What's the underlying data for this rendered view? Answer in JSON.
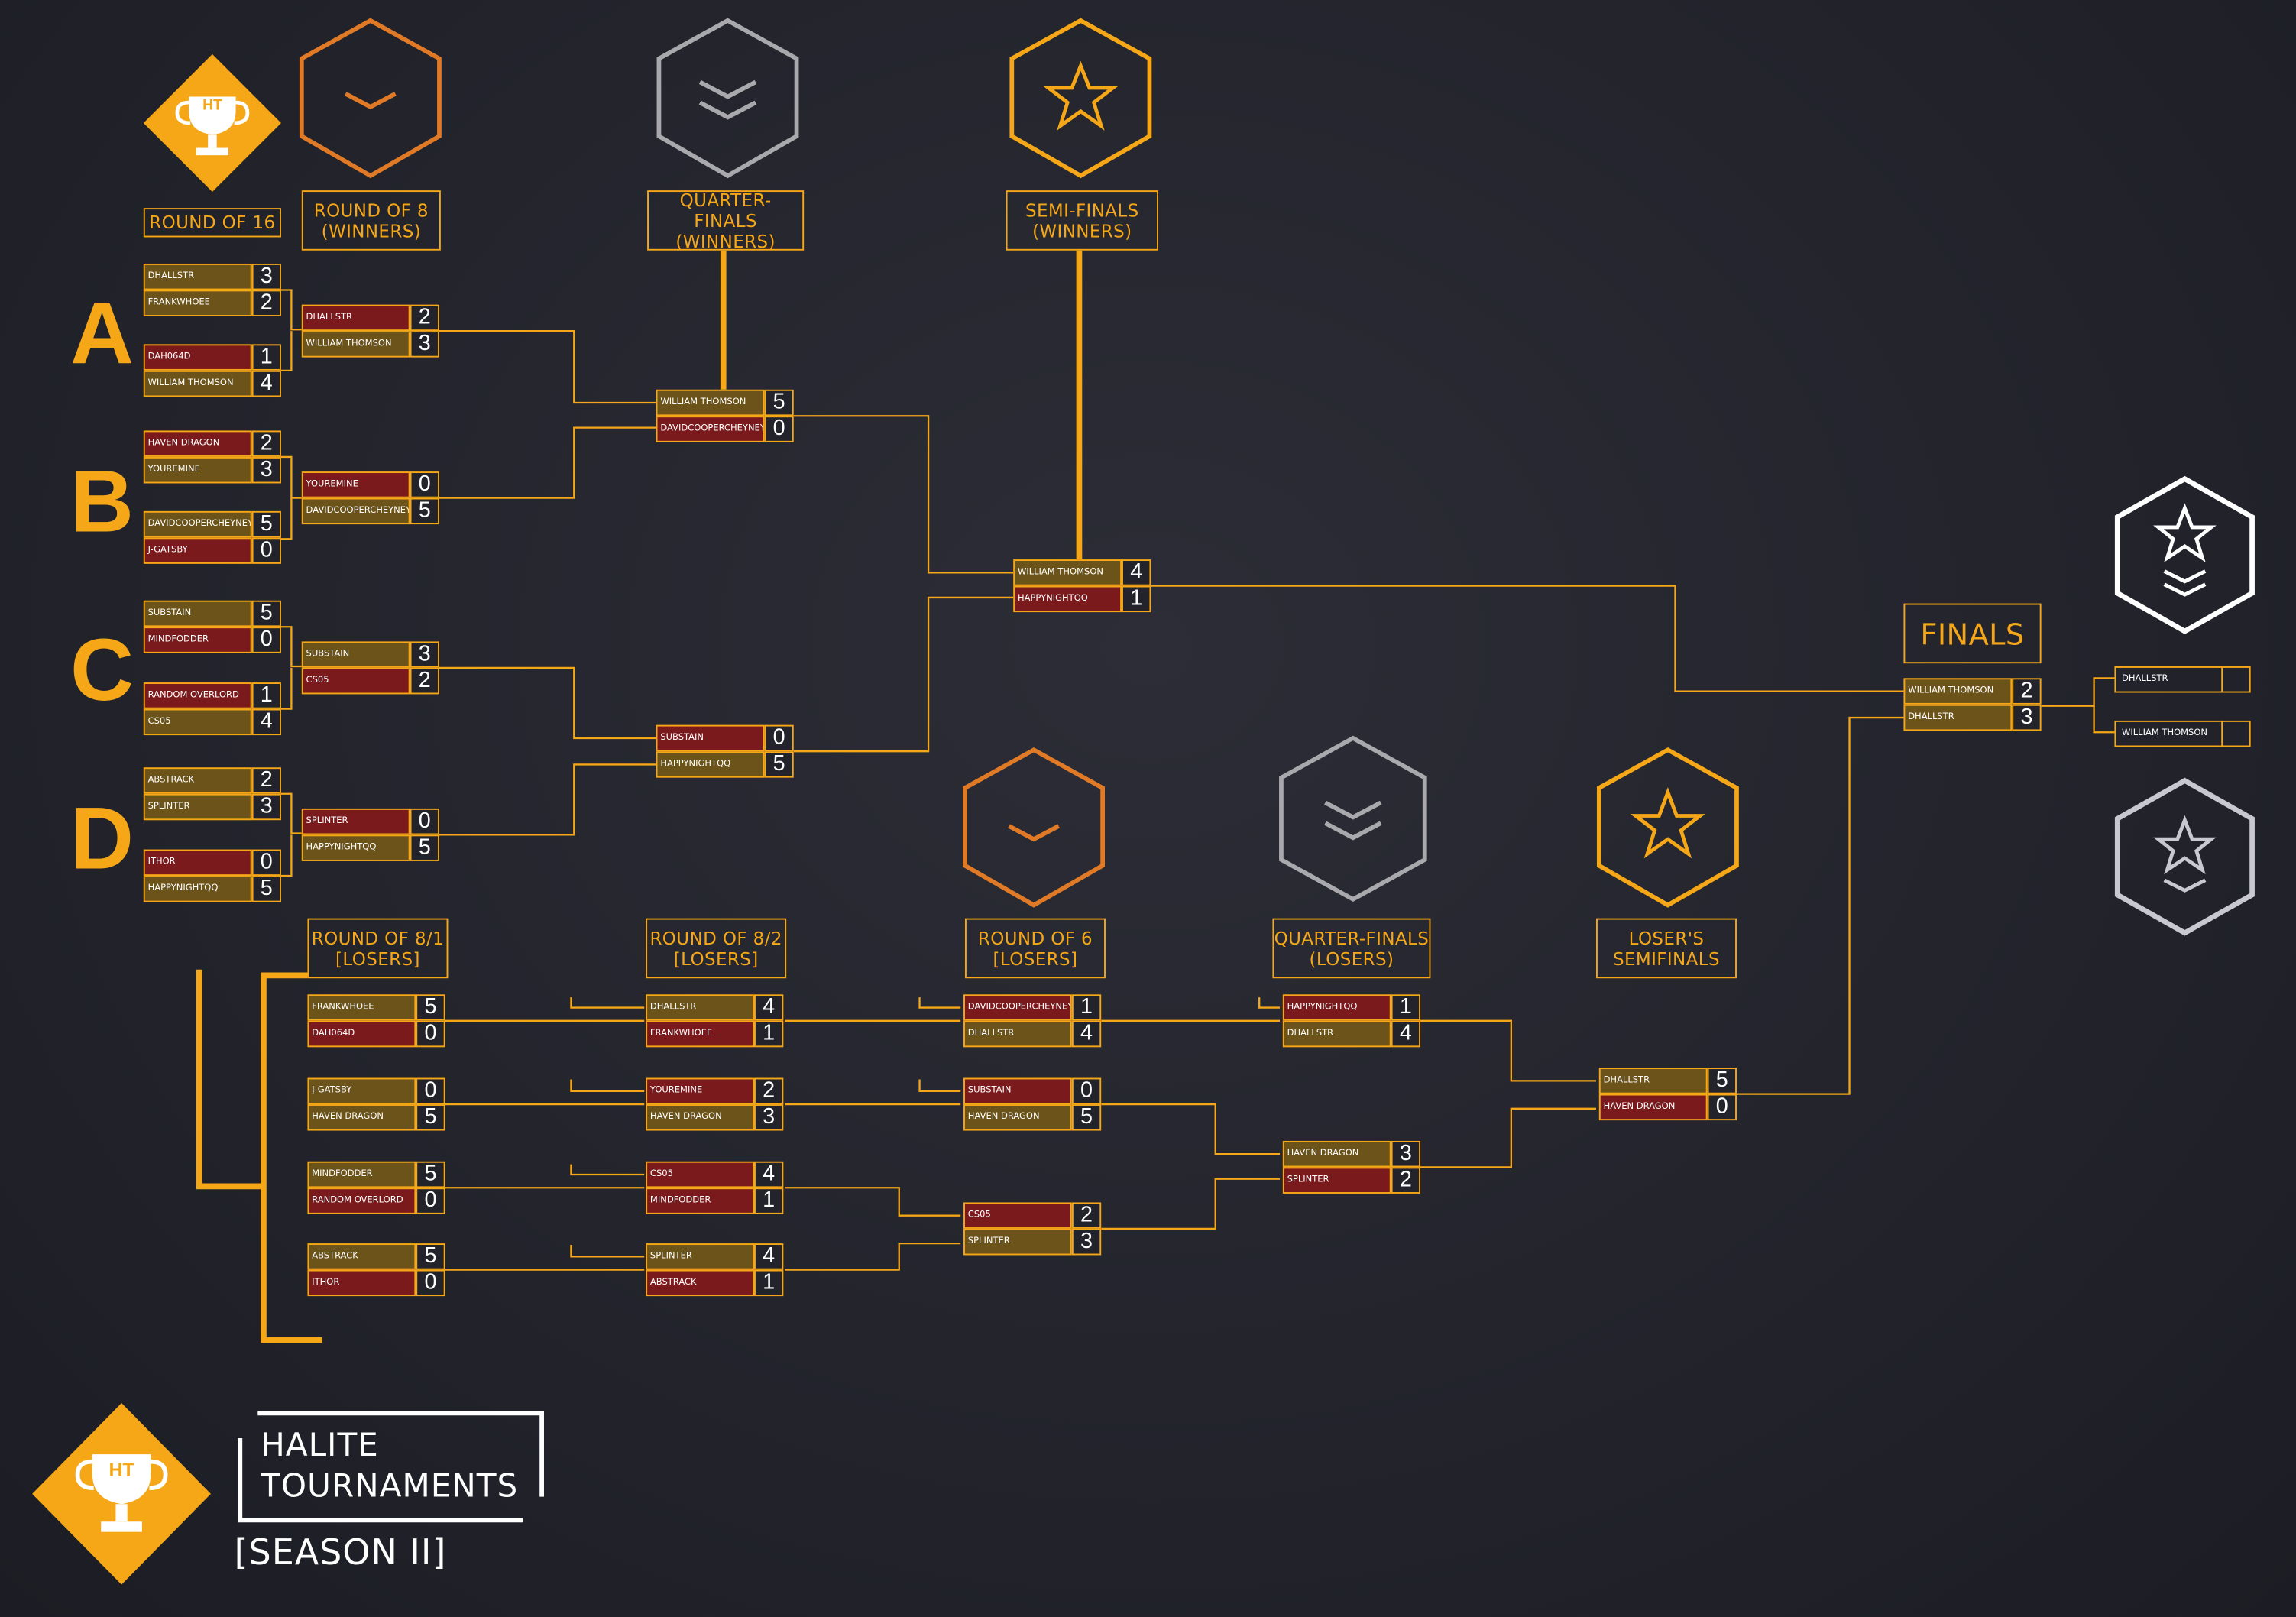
{
  "brand": {
    "line1": "HALITE",
    "line2": "TOURNAMENTS",
    "season": "[SEASON II]",
    "logo_text": "HT"
  },
  "headers": {
    "r16": "ROUND OF 16",
    "w8": [
      "ROUND OF 8",
      "(WINNERS)"
    ],
    "wqf": [
      "QUARTER-FINALS",
      "(WINNERS)"
    ],
    "wsf": [
      "SEMI-FINALS",
      "(WINNERS)"
    ],
    "finals": "FINALS",
    "l81": [
      "ROUND OF 8/1",
      "[LOSERS]"
    ],
    "l82": [
      "ROUND OF 8/2",
      "[LOSERS]"
    ],
    "l6": [
      "ROUND OF 6",
      "[LOSERS]"
    ],
    "lqf": [
      "QUARTER-FINALS",
      "(LOSERS)"
    ],
    "lsf": [
      "LOSER'S",
      "SEMIFINALS"
    ]
  },
  "groups": [
    "A",
    "B",
    "C",
    "D"
  ],
  "matches": {
    "r16_1": [
      [
        "DHALLSTR",
        "3"
      ],
      [
        "FRANKWHOEE",
        "2"
      ]
    ],
    "r16_2": [
      [
        "DAH064D",
        "1"
      ],
      [
        "WILLIAM THOMSON",
        "4"
      ]
    ],
    "r16_3": [
      [
        "HAVEN DRAGON",
        "2"
      ],
      [
        "YOUREMINE",
        "3"
      ]
    ],
    "r16_4": [
      [
        "DAVIDCOOPERCHEYNEY",
        "5"
      ],
      [
        "J-GATSBY",
        "0"
      ]
    ],
    "r16_5": [
      [
        "SUBSTAIN",
        "5"
      ],
      [
        "MINDFODDER",
        "0"
      ]
    ],
    "r16_6": [
      [
        "RANDOM OVERLORD",
        "1"
      ],
      [
        "CS05",
        "4"
      ]
    ],
    "r16_7": [
      [
        "ABSTRACK",
        "2"
      ],
      [
        "SPLINTER",
        "3"
      ]
    ],
    "r16_8": [
      [
        "ITHOR",
        "0"
      ],
      [
        "HAPPYNIGHTQQ",
        "5"
      ]
    ],
    "w8_1": [
      [
        "DHALLSTR",
        "2"
      ],
      [
        "WILLIAM THOMSON",
        "3"
      ]
    ],
    "w8_2": [
      [
        "YOUREMINE",
        "0"
      ],
      [
        "DAVIDCOOPERCHEYNEY",
        "5"
      ]
    ],
    "w8_3": [
      [
        "SUBSTAIN",
        "3"
      ],
      [
        "CS05",
        "2"
      ]
    ],
    "w8_4": [
      [
        "SPLINTER",
        "0"
      ],
      [
        "HAPPYNIGHTQQ",
        "5"
      ]
    ],
    "wqf_1": [
      [
        "WILLIAM THOMSON",
        "5"
      ],
      [
        "DAVIDCOOPERCHEYNEY",
        "0"
      ]
    ],
    "wqf_2": [
      [
        "SUBSTAIN",
        "0"
      ],
      [
        "HAPPYNIGHTQQ",
        "5"
      ]
    ],
    "wsf_1": [
      [
        "WILLIAM THOMSON",
        "4"
      ],
      [
        "HAPPYNIGHTQQ",
        "1"
      ]
    ],
    "l81_1": [
      [
        "FRANKWHOEE",
        "5"
      ],
      [
        "DAH064D",
        "0"
      ]
    ],
    "l81_2": [
      [
        "J-GATSBY",
        "0"
      ],
      [
        "HAVEN DRAGON",
        "5"
      ]
    ],
    "l81_3": [
      [
        "MINDFODDER",
        "5"
      ],
      [
        "RANDOM OVERLORD",
        "0"
      ]
    ],
    "l81_4": [
      [
        "ABSTRACK",
        "5"
      ],
      [
        "ITHOR",
        "0"
      ]
    ],
    "l82_1": [
      [
        "DHALLSTR",
        "4"
      ],
      [
        "FRANKWHOEE",
        "1"
      ]
    ],
    "l82_2": [
      [
        "YOUREMINE",
        "2"
      ],
      [
        "HAVEN DRAGON",
        "3"
      ]
    ],
    "l82_3": [
      [
        "CS05",
        "4"
      ],
      [
        "MINDFODDER",
        "1"
      ]
    ],
    "l82_4": [
      [
        "SPLINTER",
        "4"
      ],
      [
        "ABSTRACK",
        "1"
      ]
    ],
    "l6_1": [
      [
        "DAVIDCOOPERCHEYNEY",
        "1"
      ],
      [
        "DHALLSTR",
        "4"
      ]
    ],
    "l6_2": [
      [
        "SUBSTAIN",
        "0"
      ],
      [
        "HAVEN DRAGON",
        "5"
      ]
    ],
    "l6_3": [
      [
        "CS05",
        "2"
      ],
      [
        "SPLINTER",
        "3"
      ]
    ],
    "lqf_1": [
      [
        "HAPPYNIGHTQQ",
        "1"
      ],
      [
        "DHALLSTR",
        "4"
      ]
    ],
    "lqf_2": [
      [
        "HAVEN DRAGON",
        "3"
      ],
      [
        "SPLINTER",
        "2"
      ]
    ],
    "lsf_1": [
      [
        "DHALLSTR",
        "5"
      ],
      [
        "HAVEN DRAGON",
        "0"
      ]
    ],
    "final": [
      [
        "WILLIAM THOMSON",
        "2"
      ],
      [
        "DHALLSTR",
        "3"
      ]
    ]
  },
  "final_slots": [
    "DHALLSTR",
    "WILLIAM THOMSON"
  ],
  "colors": {
    "accent": "#f5a718",
    "orange": "#e07a26",
    "silver": "#a8a8ad",
    "white": "#ffffff",
    "olive": "#6b5319",
    "red": "#7a1a1c"
  }
}
